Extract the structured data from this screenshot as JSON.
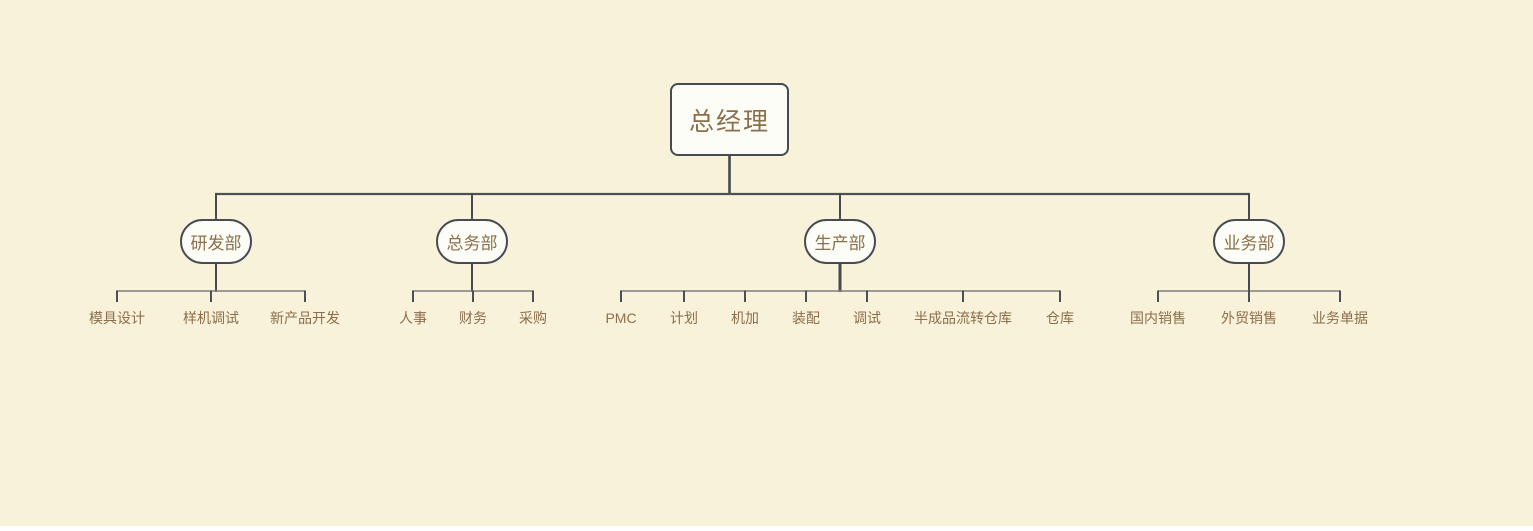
{
  "palette": {
    "canvas_bg": "#F9F2DA",
    "node_fill": "#FDFDF7",
    "node_border": "#454B50",
    "node_text": "#8B6E4A",
    "connector_dark": "#4A5055",
    "connector_light": "#7C7F82"
  },
  "org_chart": {
    "root": {
      "label": "总经理"
    },
    "departments": [
      {
        "label": "研发部",
        "children": [
          "模具设计",
          "样机调试",
          "新产品开发"
        ]
      },
      {
        "label": "总务部",
        "children": [
          "人事",
          "财务",
          "采购"
        ]
      },
      {
        "label": "生产部",
        "children": [
          "PMC",
          "计划",
          "机加",
          "装配",
          "调试",
          "半成品流转仓库",
          "仓库"
        ]
      },
      {
        "label": "业务部",
        "children": [
          "国内销售",
          "外贸销售",
          "业务单据"
        ]
      }
    ]
  }
}
